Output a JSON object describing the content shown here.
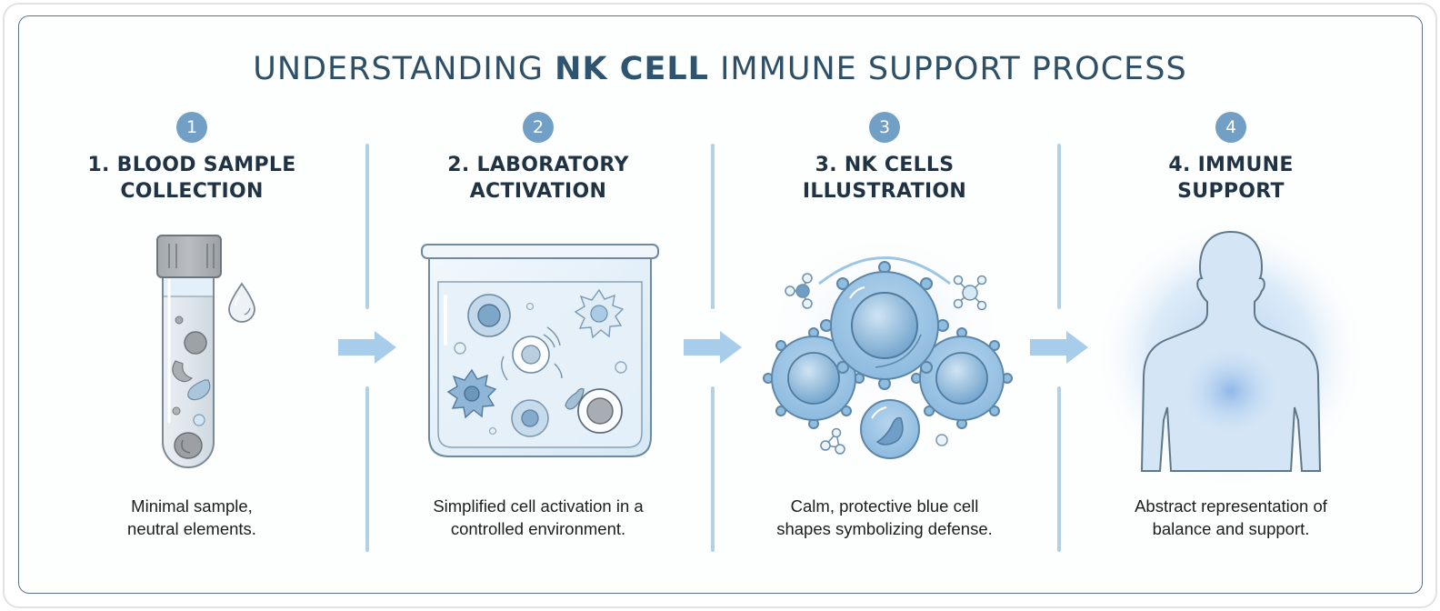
{
  "title": {
    "prefix": "UNDERSTANDING ",
    "emphasis": "NK CELL",
    "suffix": " IMMUNE SUPPORT PROCESS"
  },
  "colors": {
    "title": "#2e4f66",
    "badge": "#729fc5",
    "divider": "#b3d1e6",
    "arrow": "#a8cdea",
    "cell_blue": "#8fbde0",
    "outline": "#5a7286"
  },
  "steps": [
    {
      "badge": "1",
      "title_line1": "1. BLOOD SAMPLE",
      "title_line2": "COLLECTION",
      "icon": "blood-test-tube",
      "desc_line1": "Minimal sample,",
      "desc_line2": "neutral elements."
    },
    {
      "badge": "2",
      "title_line1": "2. LABORATORY",
      "title_line2": "ACTIVATION",
      "icon": "petri-dish-cells",
      "desc_line1": "Simplified cell activation in a",
      "desc_line2": "controlled environment."
    },
    {
      "badge": "3",
      "title_line1": "3. NK CELLS",
      "title_line2": "ILLUSTRATION",
      "icon": "nk-cells-cluster",
      "desc_line1": "Calm, protective blue cell",
      "desc_line2": "shapes symbolizing defense."
    },
    {
      "badge": "4",
      "title_line1": "4. IMMUNE",
      "title_line2": "SUPPORT",
      "icon": "human-silhouette-glow",
      "desc_line1": "Abstract representation of",
      "desc_line2": "balance and support."
    }
  ],
  "arrows": [
    "arrow-right",
    "arrow-right",
    "arrow-right"
  ]
}
